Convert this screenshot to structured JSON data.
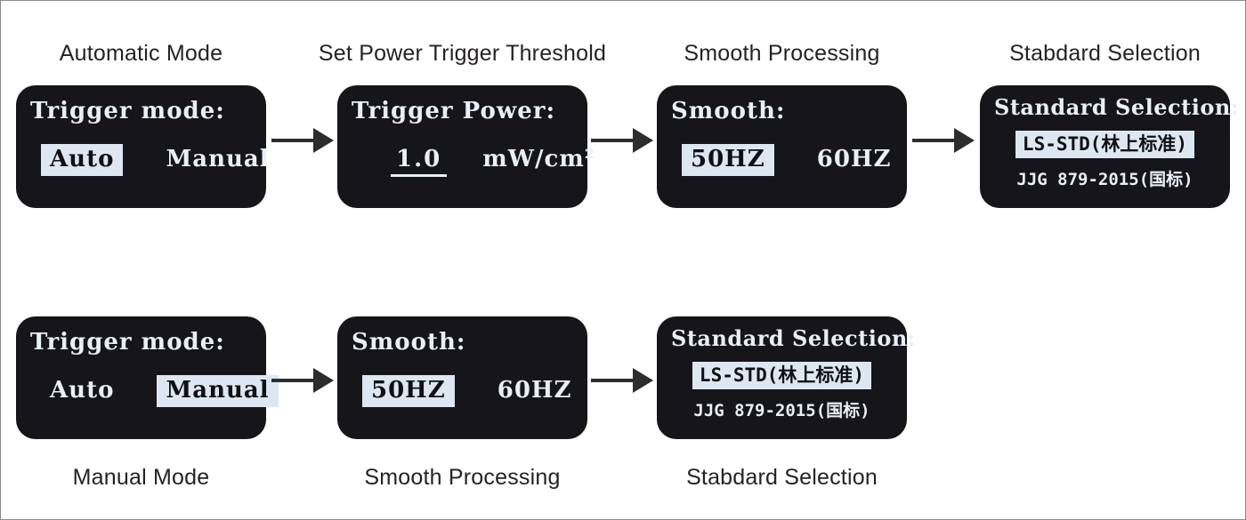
{
  "colors": {
    "page_border": "#8c8c8c",
    "caption_text": "#262223",
    "screen_bg": "#15151a",
    "screen_text": "#e9eff6",
    "highlight_bg": "#dce7f1",
    "highlight_text": "#101014",
    "arrow": "#2d2d2d"
  },
  "diagram": {
    "row1": {
      "step1": {
        "caption": "Automatic Mode",
        "screen": {
          "title": "Trigger mode:",
          "options": [
            {
              "label": "Auto",
              "selected": true
            },
            {
              "label": "Manual",
              "selected": false
            }
          ]
        }
      },
      "step2": {
        "caption": "Set Power Trigger Threshold",
        "screen": {
          "title": "Trigger Power:",
          "value": "1.0",
          "unit": "mW/cm²"
        }
      },
      "step3": {
        "caption": "Smooth Processing",
        "screen": {
          "title": "Smooth:",
          "options": [
            {
              "label": "50HZ",
              "selected": true
            },
            {
              "label": "60HZ",
              "selected": false
            }
          ]
        }
      },
      "step4": {
        "caption": "Stabdard Selection",
        "screen": {
          "title": "Standard Selection:",
          "options": [
            {
              "label": "LS-STD(林上标准)",
              "selected": true
            },
            {
              "label": "JJG 879-2015(国标)",
              "selected": false
            }
          ]
        }
      }
    },
    "row2": {
      "step1": {
        "caption": "Manual Mode",
        "screen": {
          "title": "Trigger mode:",
          "options": [
            {
              "label": "Auto",
              "selected": false
            },
            {
              "label": "Manual",
              "selected": true
            }
          ]
        }
      },
      "step2": {
        "caption": "Smooth Processing",
        "screen": {
          "title": "Smooth:",
          "options": [
            {
              "label": "50HZ",
              "selected": true
            },
            {
              "label": "60HZ",
              "selected": false
            }
          ]
        }
      },
      "step3": {
        "caption": "Stabdard Selection",
        "screen": {
          "title": "Standard Selection:",
          "options": [
            {
              "label": "LS-STD(林上标准)",
              "selected": true
            },
            {
              "label": "JJG 879-2015(国标)",
              "selected": false
            }
          ]
        }
      }
    }
  }
}
